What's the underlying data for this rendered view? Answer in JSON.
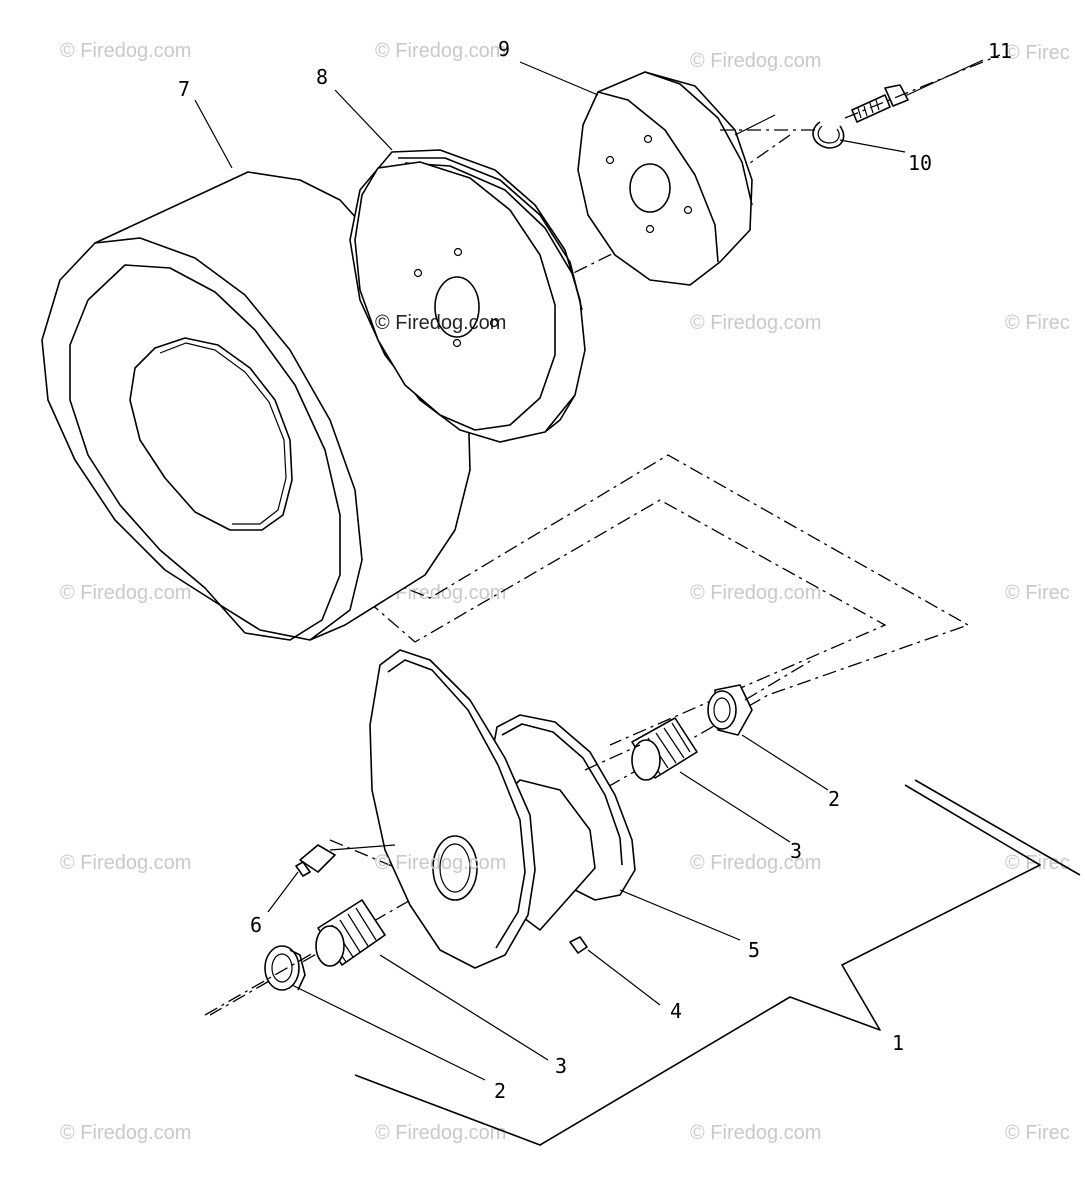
{
  "watermark": {
    "text": "© Firedog.com",
    "clipped_text": "© Firec",
    "color": "#c9c9c9"
  },
  "callouts": {
    "c1": "1",
    "c2a": "2",
    "c2b": "2",
    "c3a": "3",
    "c3b": "3",
    "c4": "4",
    "c5": "5",
    "c6": "6",
    "c7": "7",
    "c8": "8",
    "c9": "9",
    "c10": "10",
    "c11": "11"
  }
}
